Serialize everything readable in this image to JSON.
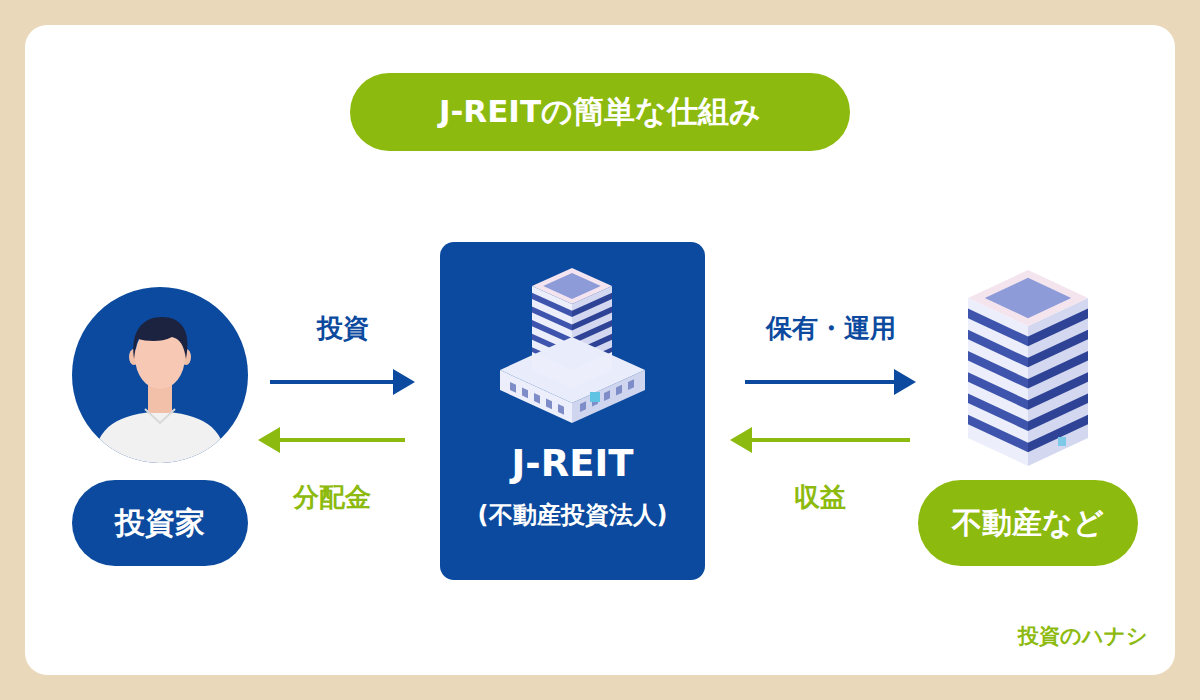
{
  "diagram": {
    "title": "J-REITの簡単な仕組み",
    "nodes": [
      {
        "text": [
          "投資家"
        ]
      },
      {
        "text": [
          "J-REIT",
          "(不動産投資法人)"
        ]
      },
      {
        "text": [
          "不動産など"
        ]
      }
    ],
    "edges": [
      {
        "from": 0,
        "to": 1,
        "label": "投資",
        "arrow": "to"
      },
      {
        "from": 1,
        "to": 0,
        "label": "分配金",
        "arrow": "to"
      },
      {
        "from": 1,
        "to": 2,
        "label": "保有・運用",
        "arrow": "to"
      },
      {
        "from": 2,
        "to": 1,
        "label": "収益",
        "arrow": "to"
      }
    ],
    "labels": [
      "投資のハナシ"
    ]
  }
}
